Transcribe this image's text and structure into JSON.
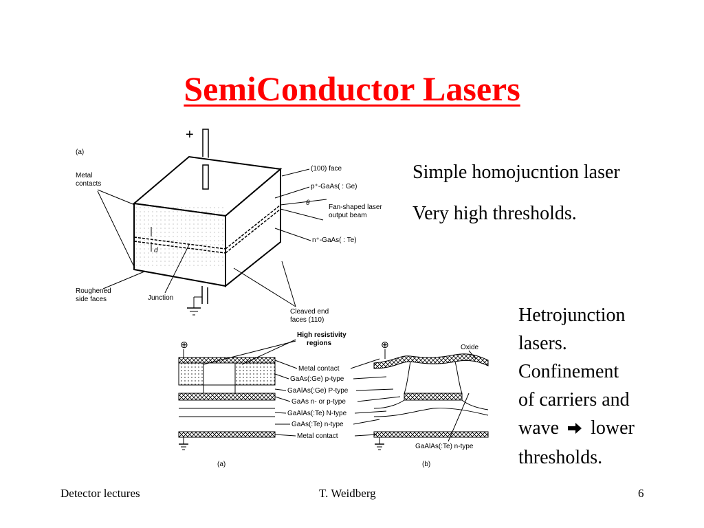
{
  "slide": {
    "title": "SemiConductor Lasers",
    "title_color": "#ff0000",
    "text_simple_1": "Simple homojucntion laser",
    "text_simple_2": "Very high thresholds.",
    "hetero_lines": [
      "Hetrojunction",
      "lasers.",
      "Confinement",
      "of carriers and",
      "wave",
      "lower",
      "thresholds."
    ],
    "arrow_icon": "right-arrow-icon"
  },
  "figure1": {
    "plus_sign": "+",
    "panel_label": "(a)",
    "metal_contacts": [
      "Metal",
      "contacts"
    ],
    "face_100": "(100) face",
    "p_gaas": "p⁺-GaAs( : Ge)",
    "theta": "θ",
    "fan_beam": [
      "Fan-shaped laser",
      "output beam"
    ],
    "n_gaas": "n⁺-GaAs( : Te)",
    "d_label": "d",
    "roughened": [
      "Roughened",
      "side faces"
    ],
    "junction": "Junction",
    "cleaved": [
      "Cleaved end",
      "faces (110)"
    ]
  },
  "figure2": {
    "high_res": [
      "High resistivity",
      "regions"
    ],
    "layers": [
      "Metal contact",
      "GaAs(:Ge) p-type",
      "GaAlAs(:Ge) P-type",
      "GaAs n- or p-type",
      "GaAlAs(:Te) N-type",
      "GaAs(:Te) n-type",
      "Metal contact"
    ],
    "oxide": "Oxide",
    "gaalas_te": "GaAlAs(:Te) n-type",
    "label_a": "(a)",
    "label_b": "(b)"
  },
  "footer": {
    "left": "Detector lectures",
    "center": "T. Weidberg",
    "right": "6"
  }
}
